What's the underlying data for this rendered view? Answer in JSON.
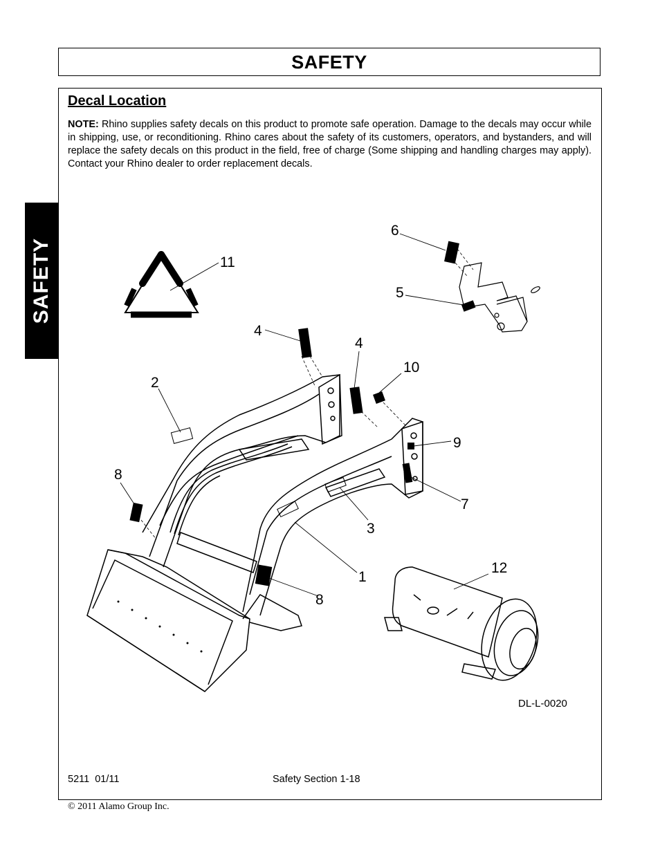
{
  "header": {
    "title": "SAFETY"
  },
  "side_tab": {
    "label": "SAFETY"
  },
  "section": {
    "heading": "Decal Location"
  },
  "note": {
    "label": "NOTE:",
    "text": "Rhino supplies safety decals on this product to promote safe operation. Damage to the decals may occur while in shipping, use, or reconditioning. Rhino cares about the safety of its customers, operators, and bystanders, and will replace the safety decals on this product in the field, free of charge (Some shipping and handling charges may apply). Contact your Rhino dealer to order replacement decals."
  },
  "diagram": {
    "callouts": [
      "6",
      "11",
      "5",
      "4",
      "4",
      "10",
      "2",
      "9",
      "8",
      "7",
      "3",
      "1",
      "8",
      "12"
    ],
    "drawing_code": "DL-L-0020"
  },
  "footer": {
    "doc_number": "5211  01/11",
    "page_label": "Safety Section 1-18",
    "copyright": "© 2011 Alamo Group Inc."
  }
}
